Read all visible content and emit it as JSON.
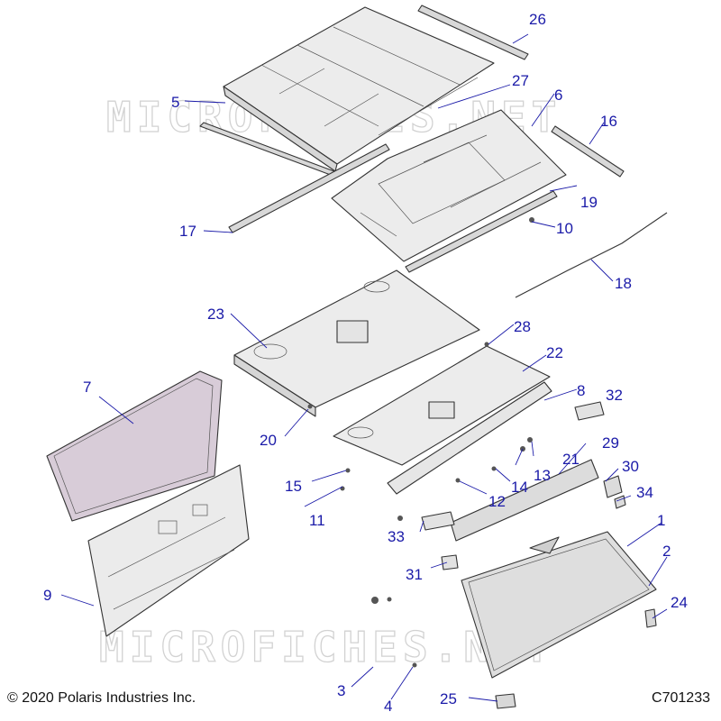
{
  "watermark": "MICROFICHES.NET",
  "footer": {
    "copyright": "© 2020 Polaris Industries Inc.",
    "code": "C701233"
  },
  "callouts": {
    "c1": "1",
    "c2": "2",
    "c3": "3",
    "c4": "4",
    "c5": "5",
    "c6": "6",
    "c7": "7",
    "c8": "8",
    "c9": "9",
    "c10": "10",
    "c11": "11",
    "c12": "12",
    "c13": "13",
    "c14": "14",
    "c15": "15",
    "c16": "16",
    "c17": "17",
    "c18": "18",
    "c19": "19",
    "c20": "20",
    "c21": "21",
    "c22": "22",
    "c23": "23",
    "c24": "24",
    "c25": "25",
    "c26": "26",
    "c27": "27",
    "c28": "28",
    "c29": "29",
    "c30": "30",
    "c31": "31",
    "c32": "32",
    "c33": "33",
    "c34": "34"
  },
  "colors": {
    "callout": "#1a1aa8",
    "panel": "#ececec",
    "glass": "#dedede",
    "trim": "#d8ccd8"
  }
}
